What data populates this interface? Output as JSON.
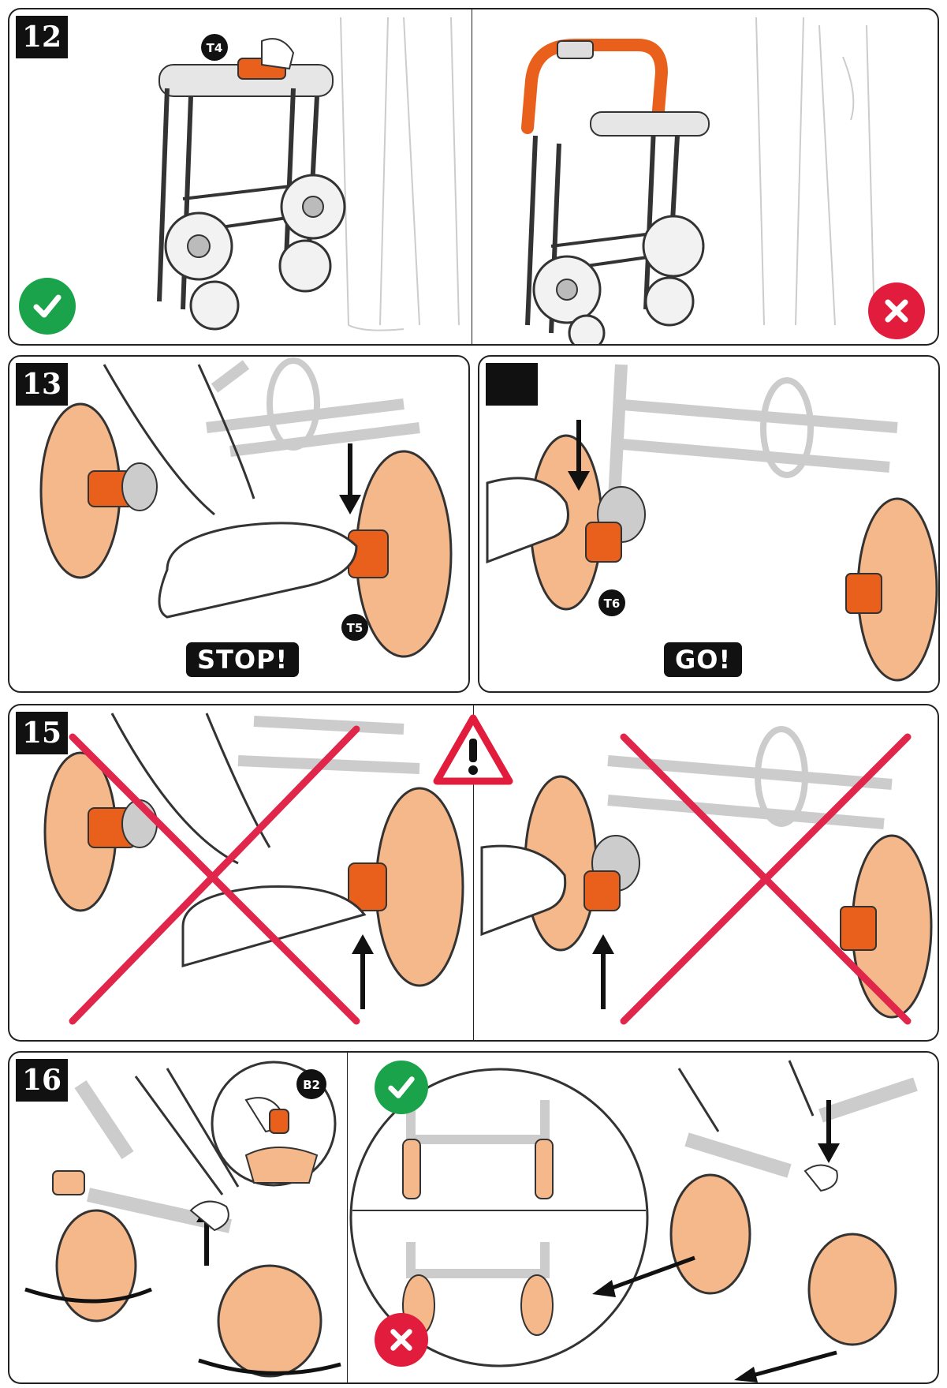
{
  "steps": {
    "s12": "12",
    "s13": "13",
    "s14": "",
    "s15": "15",
    "s16": "16"
  },
  "callouts": {
    "t4": "T4",
    "t5": "T5",
    "t6": "T6",
    "b2": "B2"
  },
  "labels": {
    "stop": "STOP!",
    "go": "GO!"
  },
  "icons": {
    "correct": "check-icon",
    "wrong": "cross-icon",
    "warning": "warning-triangle-icon"
  },
  "colors": {
    "correct": "#1aa34a",
    "wrong": "#e21c3d",
    "cross_mark": "#e0264a",
    "accent_orange": "#e8601c",
    "wheel_peach": "#f5b88a",
    "outline": "#222222"
  }
}
